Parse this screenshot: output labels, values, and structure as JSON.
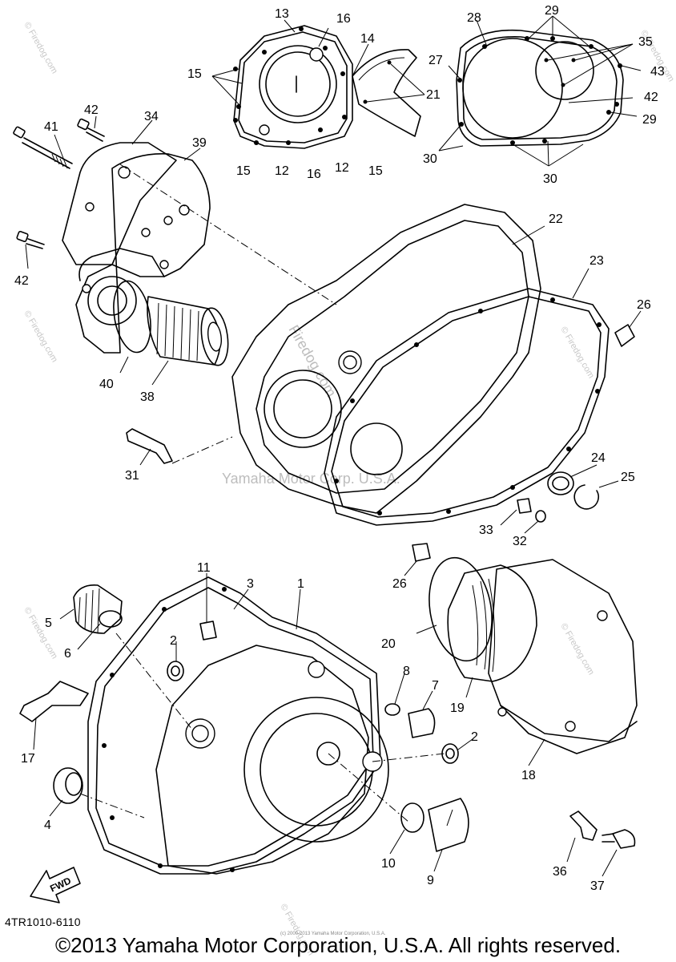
{
  "diagram": {
    "part_code": "4TR1010-6110",
    "copyright": "©2013 Yamaha Motor Corporation, U.S.A. All rights reserved.",
    "copyright_small": "(c) 2000-2013 Yamaha Motor Corporation, U.S.A.",
    "fwd_label": "FWD",
    "watermarks": [
      "© Firedog.com",
      "Yamaha Motor Corp. U.S.A.",
      "Firedog.com"
    ],
    "callouts": [
      {
        "id": "c13",
        "text": "13"
      },
      {
        "id": "c16a",
        "text": "16"
      },
      {
        "id": "c14",
        "text": "14"
      },
      {
        "id": "c15a",
        "text": "15"
      },
      {
        "id": "c21",
        "text": "21"
      },
      {
        "id": "c15b",
        "text": "15"
      },
      {
        "id": "c12a",
        "text": "12"
      },
      {
        "id": "c16b",
        "text": "16"
      },
      {
        "id": "c12b",
        "text": "12"
      },
      {
        "id": "c15c",
        "text": "15"
      },
      {
        "id": "c28",
        "text": "28"
      },
      {
        "id": "c29a",
        "text": "29"
      },
      {
        "id": "c35",
        "text": "35"
      },
      {
        "id": "c27",
        "text": "27"
      },
      {
        "id": "c43",
        "text": "43"
      },
      {
        "id": "c42a",
        "text": "42"
      },
      {
        "id": "c29b",
        "text": "29"
      },
      {
        "id": "c30a",
        "text": "30"
      },
      {
        "id": "c30b",
        "text": "30"
      },
      {
        "id": "c42b",
        "text": "42"
      },
      {
        "id": "c41",
        "text": "41"
      },
      {
        "id": "c34",
        "text": "34"
      },
      {
        "id": "c39",
        "text": "39"
      },
      {
        "id": "c42c",
        "text": "42"
      },
      {
        "id": "c22",
        "text": "22"
      },
      {
        "id": "c23",
        "text": "23"
      },
      {
        "id": "c26a",
        "text": "26"
      },
      {
        "id": "c40",
        "text": "40"
      },
      {
        "id": "c38",
        "text": "38"
      },
      {
        "id": "c31",
        "text": "31"
      },
      {
        "id": "c24",
        "text": "24"
      },
      {
        "id": "c25",
        "text": "25"
      },
      {
        "id": "c33",
        "text": "33"
      },
      {
        "id": "c32",
        "text": "32"
      },
      {
        "id": "c26b",
        "text": "26"
      },
      {
        "id": "c11",
        "text": "11"
      },
      {
        "id": "c3",
        "text": "3"
      },
      {
        "id": "c1",
        "text": "1"
      },
      {
        "id": "c5",
        "text": "5"
      },
      {
        "id": "c6",
        "text": "6"
      },
      {
        "id": "c2a",
        "text": "2"
      },
      {
        "id": "c20",
        "text": "20"
      },
      {
        "id": "c8",
        "text": "8"
      },
      {
        "id": "c7",
        "text": "7"
      },
      {
        "id": "c19",
        "text": "19"
      },
      {
        "id": "c17",
        "text": "17"
      },
      {
        "id": "c2b",
        "text": "2"
      },
      {
        "id": "c18",
        "text": "18"
      },
      {
        "id": "c4",
        "text": "4"
      },
      {
        "id": "c10",
        "text": "10"
      },
      {
        "id": "c9",
        "text": "9"
      },
      {
        "id": "c36",
        "text": "36"
      },
      {
        "id": "c37",
        "text": "37"
      }
    ]
  }
}
